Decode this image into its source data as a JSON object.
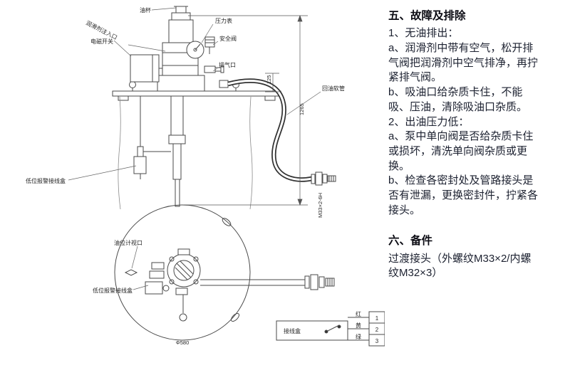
{
  "diagram": {
    "callouts": {
      "oil_cup": "油杯",
      "lubricant_inlet": "润滑剂注入口",
      "solenoid_switch": "电磁开关",
      "pressure_gauge": "压力表",
      "safety_valve": "安全阀",
      "exhaust_port": "排气口",
      "return_hose": "回油软管",
      "low_level_alarm_box_upper": "低位报警接线盒",
      "oil_level_sight": "油位计视口",
      "low_level_alarm_box_lower": "低位报警接线盒"
    },
    "dimensions": {
      "overall_height": "1265",
      "hose_offset": "125",
      "thread": "M33×2-6H",
      "tank_diameter": "Φ580"
    },
    "wiring": {
      "box_label": "接线盒",
      "terminals": [
        {
          "wire": "红",
          "num": "1"
        },
        {
          "wire": "黄",
          "num": "2"
        },
        {
          "wire": "绿",
          "num": "3"
        }
      ]
    }
  },
  "instructions": {
    "section5_title": "五、故障及排除",
    "items5": [
      "1、无油排出：",
      "a、润滑剂中带有空气，松开排气阀把润滑剂中空气排净，再拧紧排气阀。",
      "b、吸油口给杂质卡住，不能吸、压油，清除吸油口杂质。",
      "2、出油压力低：",
      "a、泵中单向阀是否给杂质卡住或损坏，清洗单向阀杂质或更换。",
      "b、检查各密封处及管路接头是否有泄漏，更换密封件，拧紧各接头。"
    ],
    "section6_title": "六、备件",
    "section6_body": "过渡接头（外螺纹M33×2/内螺纹M32×3）"
  }
}
